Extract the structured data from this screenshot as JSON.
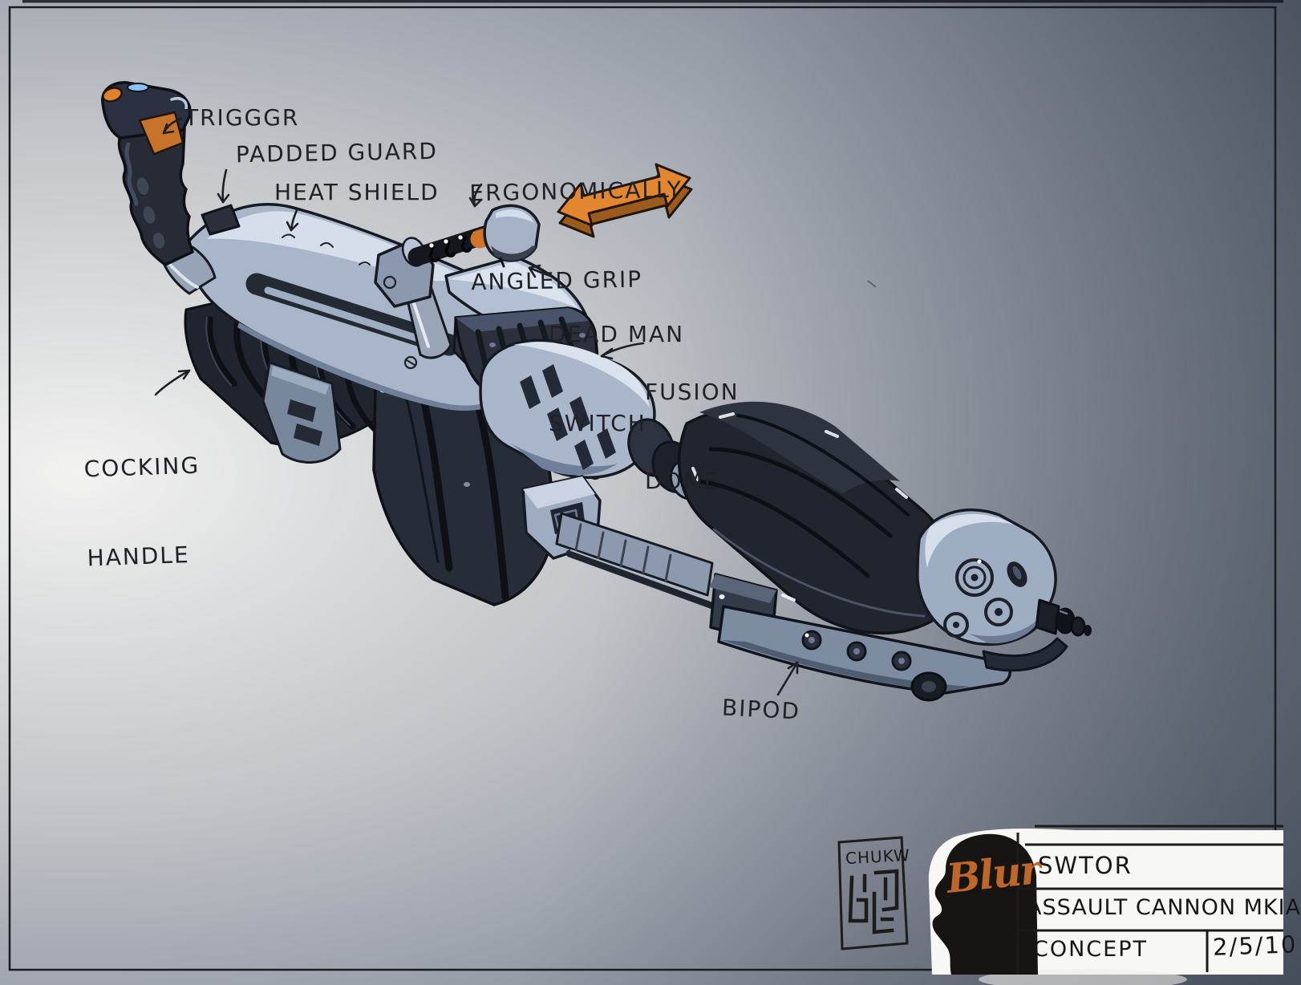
{
  "labels": {
    "trigger": "TRIGGGR",
    "padded_guard": "PADDED GUARD",
    "heat_shield": "HEAT SHIELD",
    "ergonomic_line1": "ERGONOMICALLY",
    "ergonomic_line2": "ANGLED GRIP",
    "dead_man_line1": "DEAD MAN",
    "dead_man_line2": "SWITCH",
    "fusion_line1": "FUSION",
    "fusion_line2": "DOME",
    "cocking_line1": "COCKING",
    "cocking_line2": "HANDLE",
    "bipod": "BIPOD"
  },
  "title_block": {
    "studio_logo": "Blur",
    "project": "SWTOR",
    "item": "ASSAULT CANNON MKIA",
    "phase": "CONCEPT",
    "date": "2/5/10"
  },
  "signature": {
    "artist": "CHUKW"
  },
  "colors": {
    "accent_orange": "#dd8130",
    "ink": "#1f2125",
    "metal_light": "#a9b6ca",
    "metal_dark": "#262c38",
    "logo_orange": "#bf6728"
  }
}
